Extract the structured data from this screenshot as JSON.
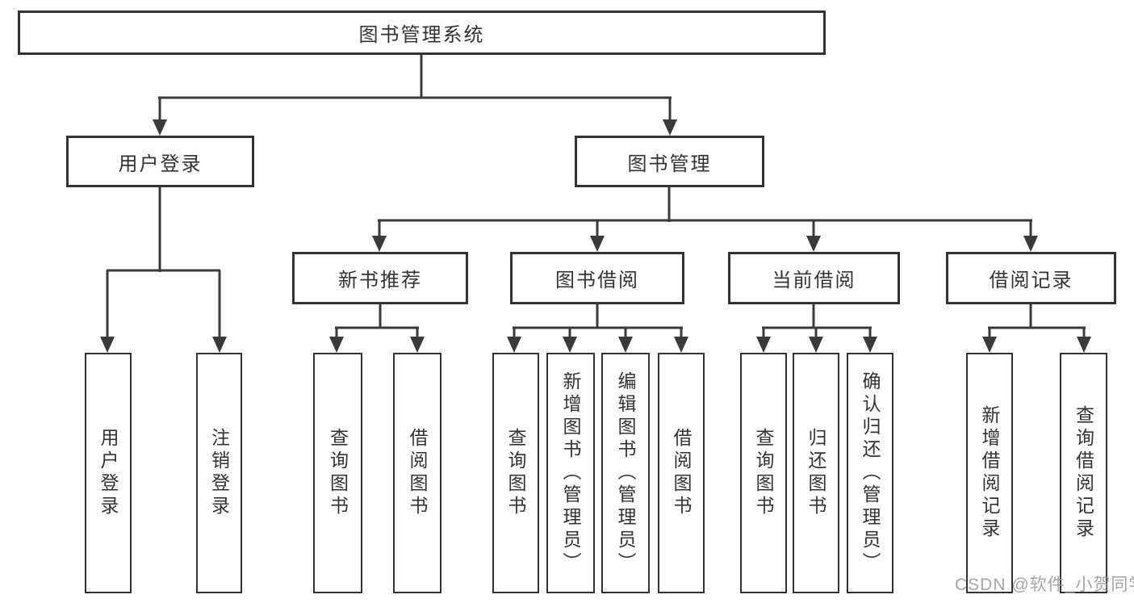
{
  "root": {
    "label": "图书管理系统"
  },
  "user_login": {
    "label": "用户登录",
    "children": [
      {
        "label": "用户登录"
      },
      {
        "label": "注销登录"
      }
    ]
  },
  "book_mgmt": {
    "label": "图书管理",
    "groups": [
      {
        "label": "新书推荐",
        "children": [
          {
            "label": "查询图书"
          },
          {
            "label": "借阅图书"
          }
        ]
      },
      {
        "label": "图书借阅",
        "children": [
          {
            "label": "查询图书"
          },
          {
            "label": "新增图书（管理员）"
          },
          {
            "label": "编辑图书（管理员）"
          },
          {
            "label": "借阅图书"
          }
        ]
      },
      {
        "label": "当前借阅",
        "children": [
          {
            "label": "查询图书"
          },
          {
            "label": "归还图书"
          },
          {
            "label": "确认归还（管理员）"
          }
        ]
      },
      {
        "label": "借阅记录",
        "children": [
          {
            "label": "新增借阅记录"
          },
          {
            "label": "查询借阅记录"
          }
        ]
      }
    ]
  },
  "watermark": "CSDN @软件_小贺同学",
  "colors": {
    "line": "#3a3a3a",
    "border": "#333333",
    "text": "#333333",
    "watermark": "#9c9c9c",
    "background": "#ffffff"
  }
}
